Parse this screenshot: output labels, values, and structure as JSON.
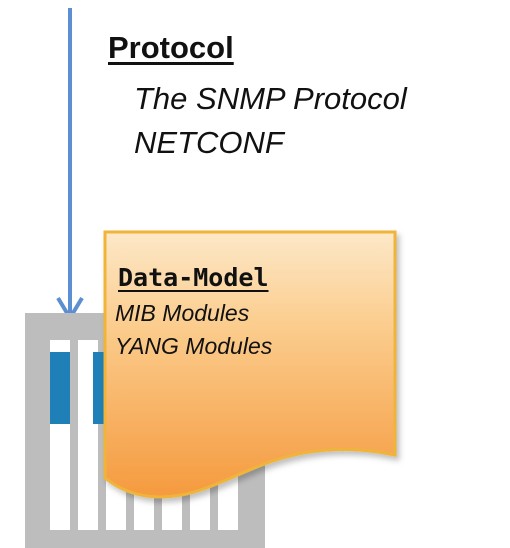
{
  "protocol": {
    "title": "Protocol",
    "items": [
      "The SNMP Protocol",
      "NETCONF"
    ]
  },
  "data_model": {
    "title": "Data-Model",
    "items": [
      "MIB Modules",
      "YANG Modules"
    ]
  },
  "colors": {
    "arrow": "#5b8fd1",
    "device_body": "#bdbdbd",
    "device_slot": "#ffffff",
    "device_indicator": "#1f7fb7",
    "document_fill_top": "#fce4bf",
    "document_fill_bottom": "#f5a14a",
    "document_border": "#f0b43a"
  },
  "icons": {
    "device": "server-rack-icon",
    "document": "document-icon",
    "arrow": "down-arrow-icon"
  }
}
